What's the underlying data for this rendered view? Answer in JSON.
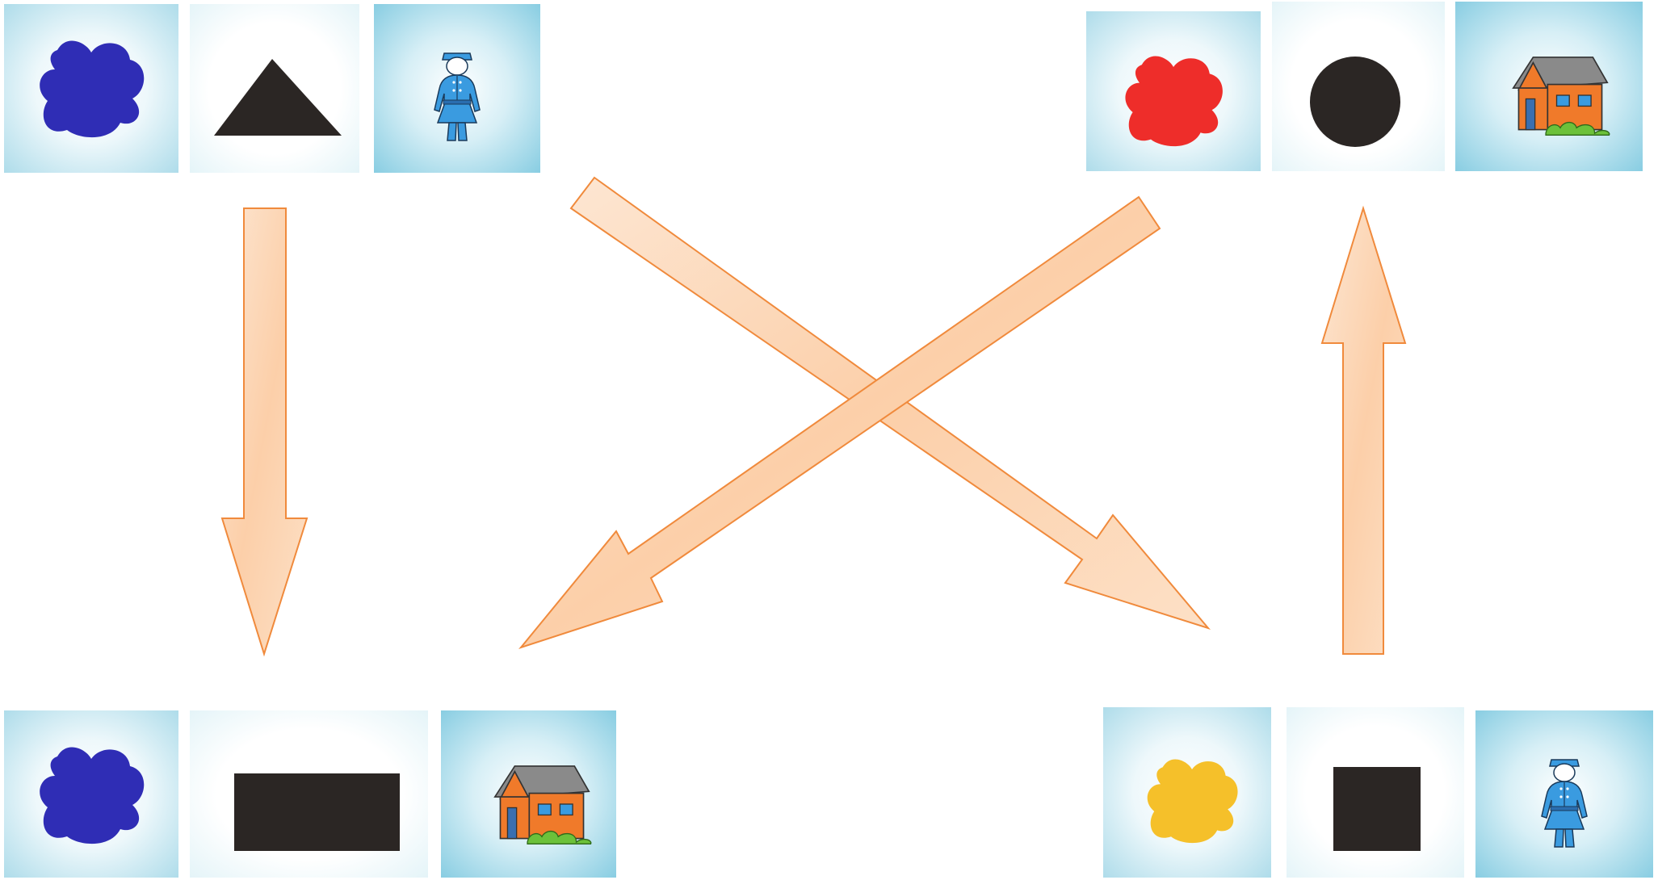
{
  "colors": {
    "blob_blue": "#2f2db5",
    "blob_red": "#ee2d2a",
    "blob_yellow": "#f5c02a",
    "shape_black": "#2b2624",
    "figure_blue": "#3a9be0",
    "house_orange": "#f07a2a",
    "roof_gray": "#8a8a8a",
    "arrow_fill": "#fcd2ad",
    "arrow_stroke": "#f08a3c"
  },
  "groups": {
    "top_left": [
      "blue-blob-icon",
      "black-triangle-icon",
      "blue-woman-figure-icon"
    ],
    "top_right": [
      "red-blob-icon",
      "black-circle-icon",
      "orange-house-icon"
    ],
    "bottom_left": [
      "blue-blob-icon",
      "black-rectangle-icon",
      "orange-house-icon"
    ],
    "bottom_right": [
      "yellow-blob-icon",
      "black-square-icon",
      "blue-woman-figure-icon"
    ]
  },
  "arrows": [
    {
      "from": "top_left",
      "to": "bottom_left"
    },
    {
      "from": "top_left",
      "to": "bottom_right"
    },
    {
      "from": "top_right",
      "to": "bottom_left"
    },
    {
      "from": "bottom_right",
      "to": "top_right"
    }
  ]
}
